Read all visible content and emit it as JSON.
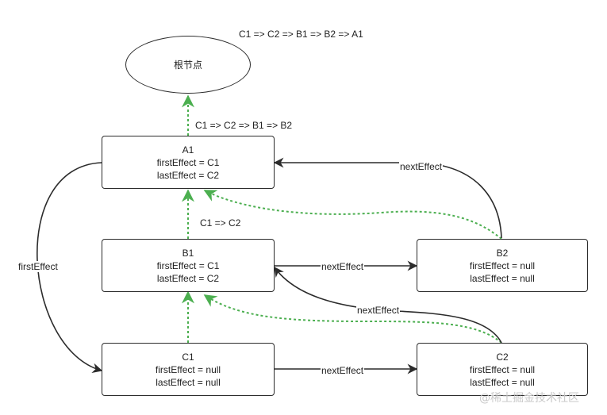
{
  "top_label": "C1 => C2 => B1 => B2 => A1",
  "root": {
    "label": "根节点"
  },
  "nodes": {
    "A1": {
      "title": "A1",
      "first": "firstEffect = C1",
      "last": "lastEffect = C2"
    },
    "B1": {
      "title": "B1",
      "first": "firstEffect = C1",
      "last": "lastEffect = C2"
    },
    "B2": {
      "title": "B2",
      "first": "firstEffect = null",
      "last": "lastEffect = null"
    },
    "C1": {
      "title": "C1",
      "first": "firstEffect = null",
      "last": "lastEffect = null"
    },
    "C2": {
      "title": "C2",
      "first": "firstEffect = null",
      "last": "lastEffect = null"
    }
  },
  "edge_labels": {
    "a1_to_root": "C1 => C2 => B1 => B2",
    "b1_to_a1": "C1 => C2",
    "first_effect": "firstEffect",
    "b2_to_a1": "nextEffect",
    "b1_to_b2": "nextEffect",
    "c2_to_b1": "nextEffect",
    "c1_to_c2": "nextEffect"
  },
  "colors": {
    "stroke": "#2b2b2b",
    "effect_chain": "#4caf50"
  },
  "watermark": "@稀土掘金技术社区"
}
